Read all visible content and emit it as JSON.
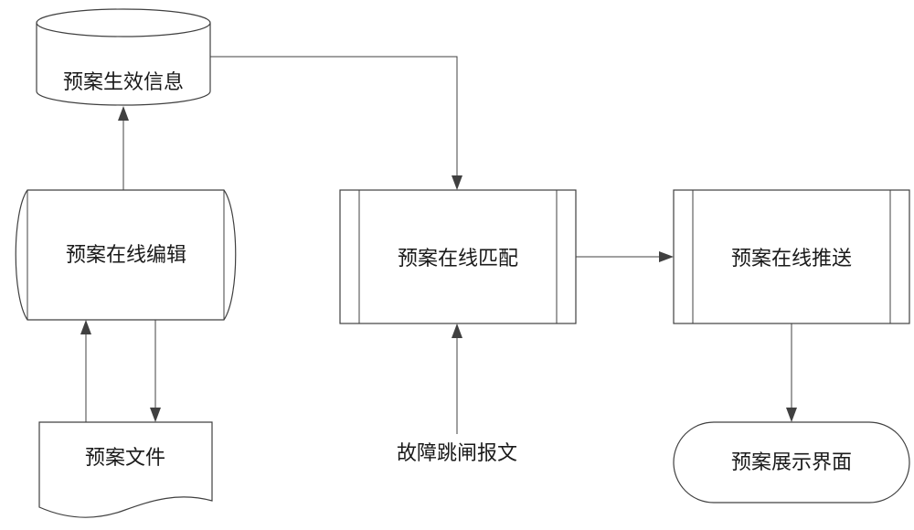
{
  "nodes": {
    "db_effective_info": "预案生效信息",
    "online_edit": "预案在线编辑",
    "online_match": "预案在线匹配",
    "online_push": "预案在线推送",
    "plan_file": "预案文件",
    "fault_trip_msg": "故障跳闸报文",
    "display_ui": "预案展示界面"
  },
  "colors": {
    "stroke": "#404040",
    "fill": "#ffffff",
    "text": "#1a1a1a"
  }
}
